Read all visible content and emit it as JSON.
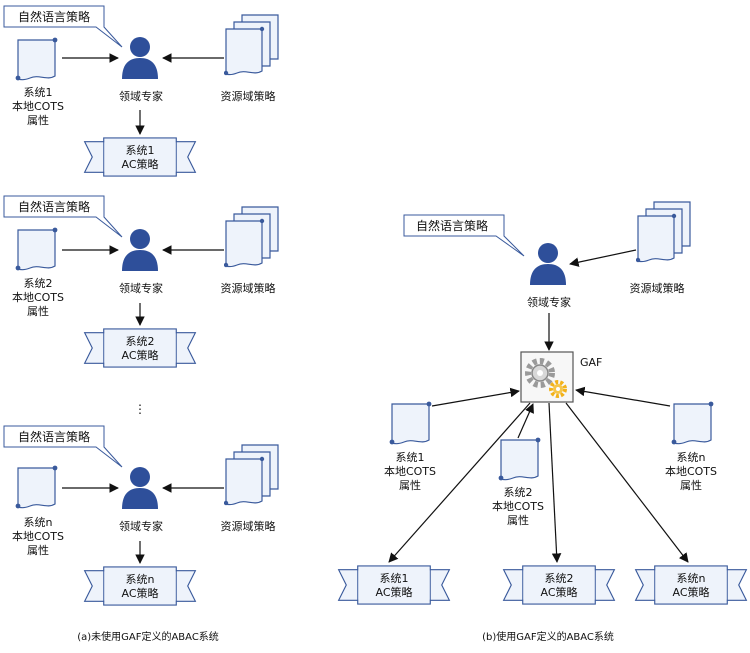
{
  "left": {
    "callout": "自然语言策略",
    "expert": "领域专家",
    "resource": "资源域策略",
    "policy_suffix": "AC策略",
    "groups": [
      {
        "system": "系统1",
        "local": "本地COTS",
        "attr": "属性",
        "policy_system": "系统1"
      },
      {
        "system": "系统2",
        "local": "本地COTS",
        "attr": "属性",
        "policy_system": "系统2"
      },
      {
        "system": "系统n",
        "local": "本地COTS",
        "attr": "属性",
        "policy_system": "系统n"
      }
    ],
    "ellipsis": "⋮",
    "caption": "(a)未使用GAF定义的ABAC系统"
  },
  "right": {
    "callout": "自然语言策略",
    "expert": "领域专家",
    "resource": "资源域策略",
    "gaf": "GAF",
    "sources": [
      {
        "system": "系统1",
        "local": "本地COTS",
        "attr": "属性"
      },
      {
        "system": "系统2",
        "local": "本地COTS",
        "attr": "属性"
      },
      {
        "system": "系统n",
        "local": "本地COTS",
        "attr": "属性"
      }
    ],
    "policies": [
      {
        "system": "系统1",
        "policy": "AC策略"
      },
      {
        "system": "系统2",
        "policy": "AC策略"
      },
      {
        "system": "系统n",
        "policy": "AC策略"
      }
    ],
    "caption": "(b)使用GAF定义的ABAC系统"
  },
  "colors": {
    "doc_fill": "#eef3fb",
    "doc_stroke": "#3a5a9c",
    "person": "#2e4f9a",
    "ribbon_fill": "#eef3fb",
    "arrow": "#111111",
    "gear_gray": "#9a9a9a",
    "gear_yellow": "#f2b21b"
  }
}
